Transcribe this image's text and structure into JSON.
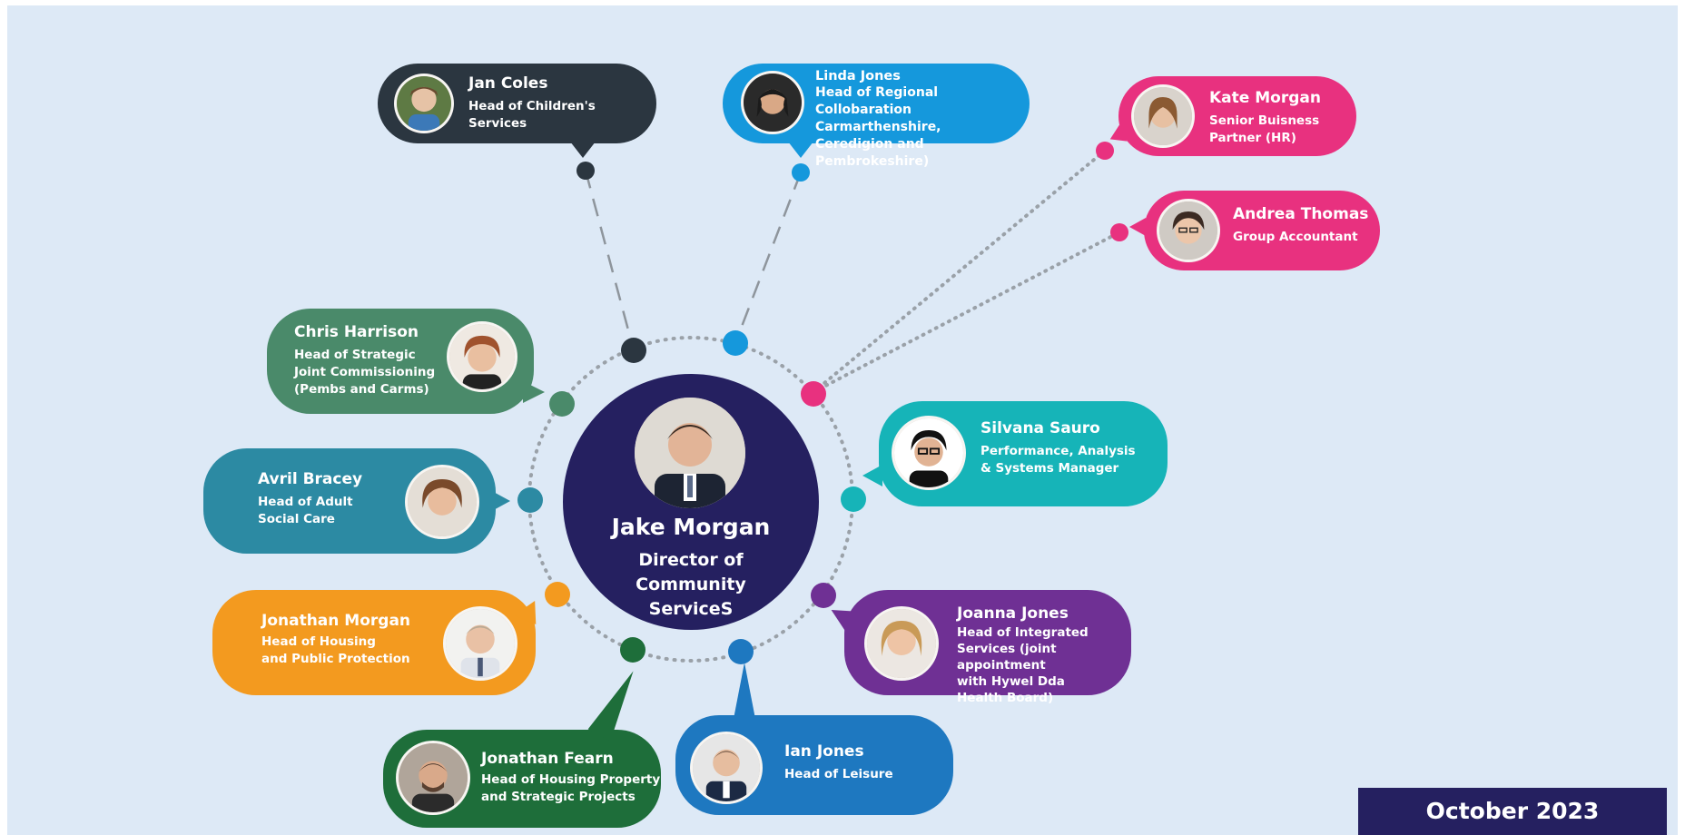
{
  "center": {
    "name": "Jake Morgan",
    "role": "Director of\nCommunity\nServiceS",
    "color": "#252060"
  },
  "people": [
    {
      "key": "jan-coles",
      "name": "Jan Coles",
      "role": "Head of Children's\nServices",
      "color": "#2b3640"
    },
    {
      "key": "linda-jones",
      "name": "Linda Jones",
      "role": "Head of Regional\nCollobaration Carmarthenshire,\nCeredigion and Pembrokeshire)",
      "color": "#1598dc"
    },
    {
      "key": "kate-morgan",
      "name": "Kate Morgan",
      "role": "Senior Buisness\nPartner (HR)",
      "color": "#e8317f"
    },
    {
      "key": "andrea-thomas",
      "name": "Andrea Thomas",
      "role": "Group Accountant",
      "color": "#e8317f"
    },
    {
      "key": "chris-harrison",
      "name": "Chris Harrison",
      "role": "Head of Strategic\nJoint Commissioning\n(Pembs and Carms)",
      "color": "#4a8a6a"
    },
    {
      "key": "silvana-sauro",
      "name": "Silvana Sauro",
      "role": "Performance, Analysis\n& Systems Manager",
      "color": "#16b4b8"
    },
    {
      "key": "avril-bracey",
      "name": "Avril Bracey",
      "role": "Head of Adult\nSocial Care",
      "color": "#2c8aa3"
    },
    {
      "key": "jonathan-morgan",
      "name": "Jonathan Morgan",
      "role": "Head of Housing\nand Public Protection",
      "color": "#f39a1f"
    },
    {
      "key": "joanna-jones",
      "name": "Joanna Jones",
      "role": "Head of Integrated\nServices (joint appointment\nwith Hywel Dda\nHealth Board)",
      "color": "#6f3094"
    },
    {
      "key": "jonathan-fearn",
      "name": "Jonathan Fearn",
      "role": "Head of Housing Property\nand Strategic Projects",
      "color": "#1e6e3a"
    },
    {
      "key": "ian-jones",
      "name": "Ian Jones",
      "role": "Head of Leisure",
      "color": "#1e78c0"
    }
  ],
  "date_label": "October 2023",
  "connector_color": "#9aa1a8"
}
